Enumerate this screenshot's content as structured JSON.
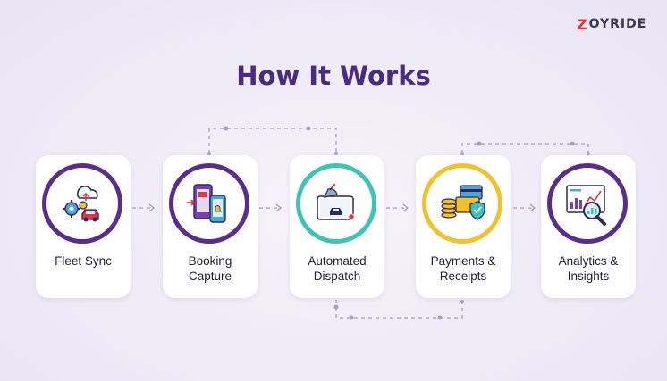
{
  "brand": {
    "logo_z": "Z",
    "logo_rest": "OYRIDE"
  },
  "title": "How It Works",
  "colors": {
    "title": "#4b2a82",
    "ring_purple": "#5a2d8c",
    "ring_teal": "#3fc3b5",
    "ring_gold": "#f2c12e",
    "connector": "#a99cc6"
  },
  "steps": [
    {
      "line1": "Fleet Sync",
      "line2": "",
      "icon": "fleet-sync-icon"
    },
    {
      "line1": "Booking",
      "line2": "Capture",
      "icon": "booking-capture-icon"
    },
    {
      "line1": "Automated",
      "line2": "Dispatch",
      "icon": "automated-dispatch-icon"
    },
    {
      "line1": "Payments &",
      "line2": "Receipts",
      "icon": "payments-receipts-icon"
    },
    {
      "line1": "Analytics &",
      "line2": "Insights",
      "icon": "analytics-insights-icon"
    }
  ]
}
